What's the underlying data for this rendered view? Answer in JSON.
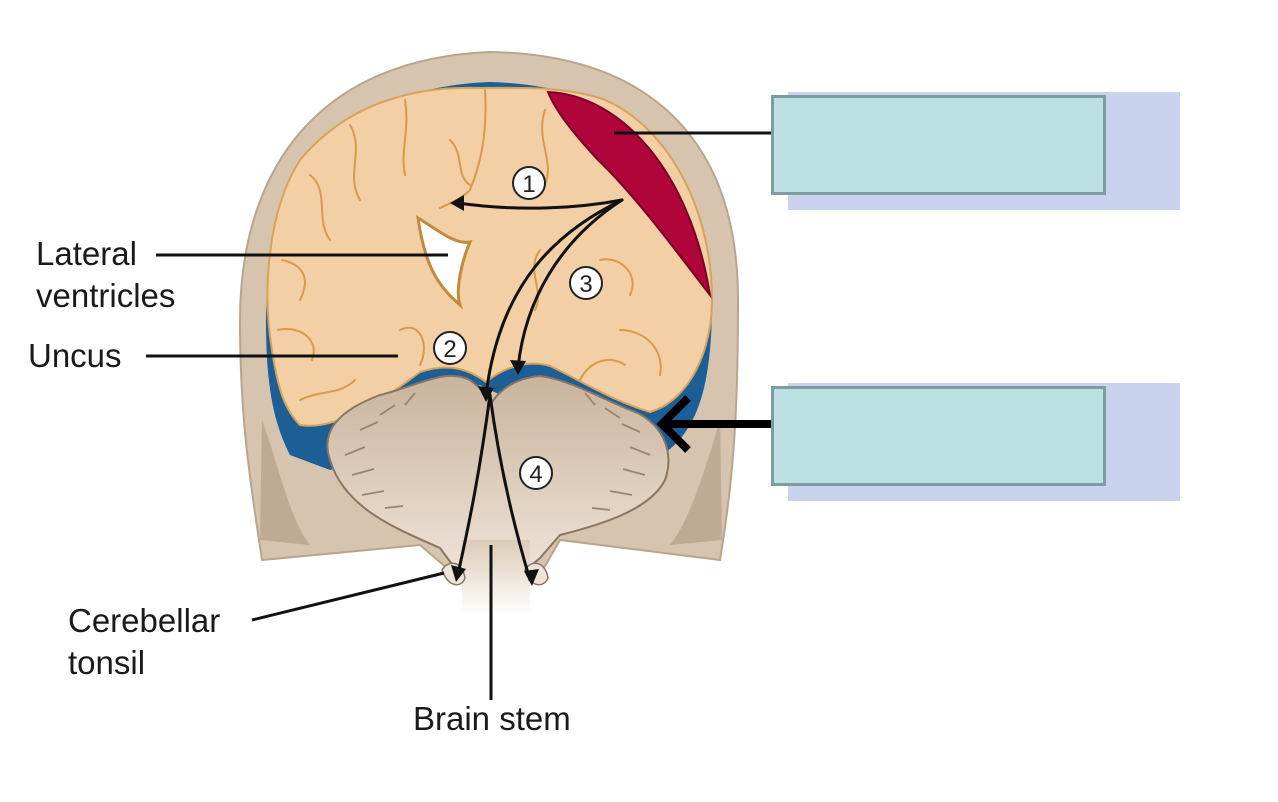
{
  "labels": {
    "lateral_line1": "Lateral",
    "lateral_line2": "ventricles",
    "uncus": "Uncus",
    "cerebellar_line1": "Cerebellar",
    "cerebellar_line2": "tonsil",
    "brain_stem": "Brain stem"
  },
  "markers": [
    "1",
    "2",
    "3",
    "4"
  ],
  "answer_boxes": [
    {
      "id": "hematoma-box",
      "text": ""
    },
    {
      "id": "tentorium-box",
      "text": ""
    }
  ],
  "colors": {
    "skull": "#d6c4ae",
    "brain": "#f2cfa4",
    "hematoma": "#b0053a",
    "csf": "#1b5f96",
    "cerebellum": "#cdb9a6",
    "box_fill": "#bce0e3",
    "box_shadow": "#c9d3ee"
  }
}
